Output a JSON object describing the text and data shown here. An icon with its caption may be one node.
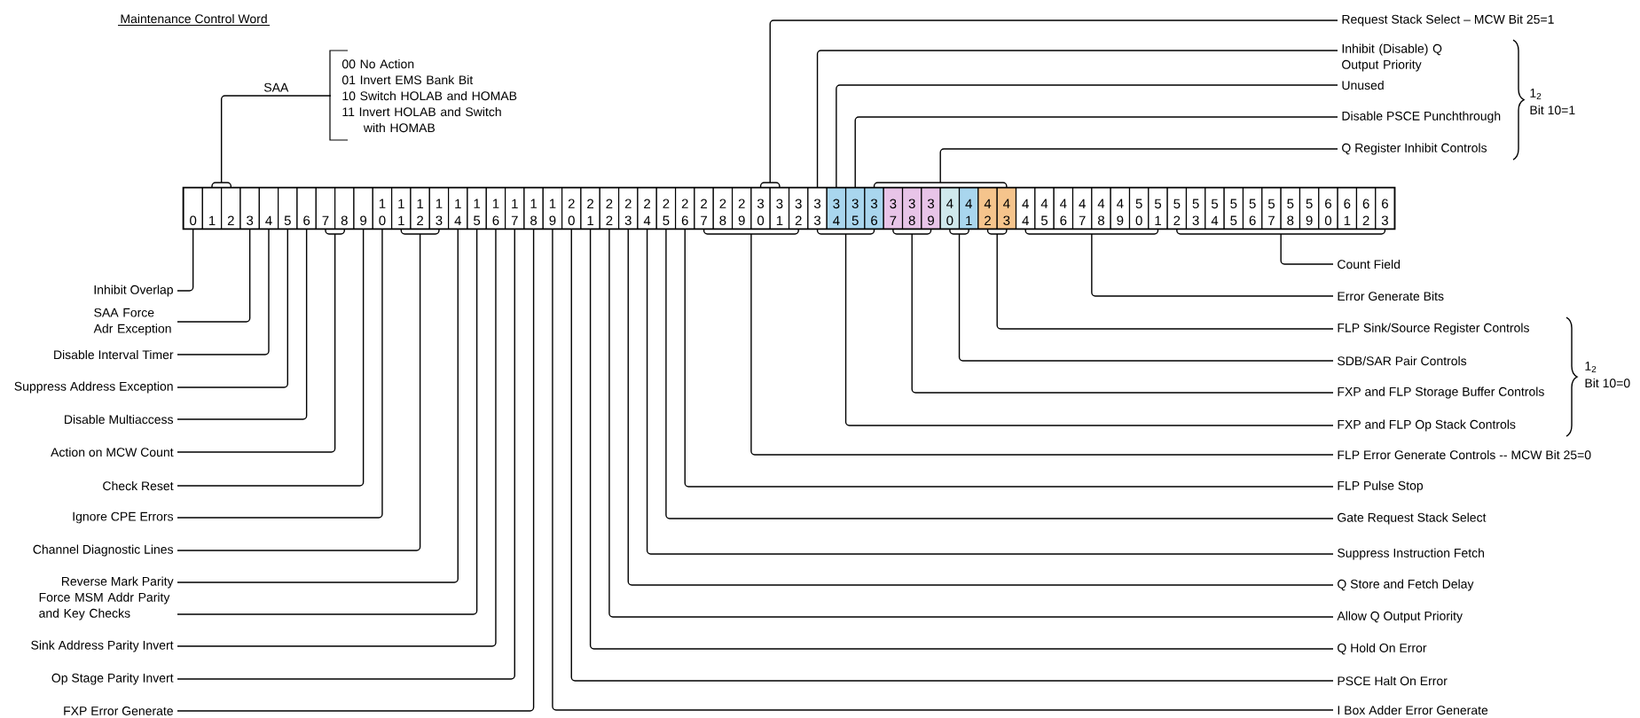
{
  "diagram": {
    "title": "Maintenance Control Word",
    "nodes": [
      {
        "text": [
          "0"
        ]
      },
      {
        "text": [
          "1"
        ]
      },
      {
        "text": [
          "2"
        ]
      },
      {
        "text": [
          "3"
        ]
      },
      {
        "text": [
          "4"
        ]
      },
      {
        "text": [
          "5"
        ]
      },
      {
        "text": [
          "6"
        ]
      },
      {
        "text": [
          "7"
        ]
      },
      {
        "text": [
          "8"
        ]
      },
      {
        "text": [
          "9"
        ]
      },
      {
        "text": [
          "1 0"
        ]
      },
      {
        "text": [
          "1 1"
        ]
      },
      {
        "text": [
          "1 2"
        ]
      },
      {
        "text": [
          "1 3"
        ]
      },
      {
        "text": [
          "1 4"
        ]
      },
      {
        "text": [
          "1 5"
        ]
      },
      {
        "text": [
          "1 6"
        ]
      },
      {
        "text": [
          "1 7"
        ]
      },
      {
        "text": [
          "1 8"
        ]
      },
      {
        "text": [
          "1 9"
        ]
      },
      {
        "text": [
          "2 0"
        ]
      },
      {
        "text": [
          "2 1"
        ]
      },
      {
        "text": [
          "2 2"
        ]
      },
      {
        "text": [
          "2 3"
        ]
      },
      {
        "text": [
          "2 4"
        ]
      },
      {
        "text": [
          "2 5"
        ]
      },
      {
        "text": [
          "2 6"
        ]
      },
      {
        "text": [
          "2 7"
        ]
      },
      {
        "text": [
          "2 8"
        ]
      },
      {
        "text": [
          "2 9"
        ]
      },
      {
        "text": [
          "3 0"
        ]
      },
      {
        "text": [
          "3 1"
        ]
      },
      {
        "text": [
          "3 2"
        ]
      },
      {
        "text": [
          "3 3"
        ]
      },
      {
        "text": [
          "3 4"
        ]
      },
      {
        "text": [
          "3 5"
        ]
      },
      {
        "text": [
          "3 6"
        ]
      },
      {
        "text": [
          "3 7"
        ]
      },
      {
        "text": [
          "3 8"
        ]
      },
      {
        "text": [
          "3 9"
        ]
      },
      {
        "text": [
          "4 0"
        ]
      },
      {
        "text": [
          "4 1"
        ]
      },
      {
        "text": [
          "4 2"
        ]
      },
      {
        "text": [
          "4 3"
        ]
      },
      {
        "text": [
          "4 4"
        ]
      },
      {
        "text": [
          "4 5"
        ]
      },
      {
        "text": [
          "4 6"
        ]
      },
      {
        "text": [
          "4 7"
        ]
      },
      {
        "text": [
          "4 8"
        ]
      },
      {
        "text": [
          "4 9"
        ]
      },
      {
        "text": [
          "5 0"
        ]
      },
      {
        "text": [
          "5 1"
        ]
      },
      {
        "text": [
          "5 2"
        ]
      },
      {
        "text": [
          "5 3"
        ]
      },
      {
        "text": [
          "5 4"
        ]
      },
      {
        "text": [
          "5 5"
        ]
      },
      {
        "text": [
          "5 6"
        ]
      },
      {
        "text": [
          "5 7"
        ]
      },
      {
        "text": [
          "5 8"
        ]
      },
      {
        "text": [
          "5 9"
        ]
      },
      {
        "text": [
          "6 0"
        ]
      },
      {
        "text": [
          "6 1"
        ]
      },
      {
        "text": [
          "6 2"
        ]
      },
      {
        "text": [
          "6 3"
        ]
      },
      {
        "text": [
          "00 No Action",
          "01 Invert EMS Bank Bit",
          "10 Switch HOLAB and HOMAB",
          "11 Invert HOLAB and Switch with HOMAB"
        ]
      },
      {
        "text": [
          "Request Stack Select – MCW Bit 25=1"
        ]
      },
      {
        "text": [
          "Inhibit (Disable) Q Output Priority"
        ]
      },
      {
        "text": [
          "Unused"
        ]
      },
      {
        "text": [
          "Disable PSCE Punchthrough"
        ]
      },
      {
        "text": [
          "Q Register Inhibit Controls"
        ]
      },
      {
        "text": [
          "Count Field"
        ]
      },
      {
        "text": [
          "Error Generate Bits"
        ]
      },
      {
        "text": [
          "FLP Sink/Source Register Controls"
        ]
      },
      {
        "text": [
          "SDB/SAR Pair Controls"
        ]
      },
      {
        "text": [
          "FXP and FLP Storage Buffer Controls"
        ]
      },
      {
        "text": [
          "FXP and FLP Op Stack Controls"
        ]
      },
      {
        "text": [
          "FLP Error Generate Controls -- MCW Bit 25=0"
        ]
      },
      {
        "text": [
          "FLP Pulse Stop"
        ]
      },
      {
        "text": [
          "Gate Request Stack Select"
        ]
      },
      {
        "text": [
          "Suppress Instruction Fetch"
        ]
      },
      {
        "text": [
          "Q Store and Fetch Delay"
        ]
      },
      {
        "text": [
          "Allow Q Output Priority"
        ]
      },
      {
        "text": [
          "Q Hold On Error"
        ]
      },
      {
        "text": [
          "PSCE Halt On Error"
        ]
      },
      {
        "text": [
          "I Box Adder Error Generate"
        ]
      },
      {
        "text": [
          "Inhibit Overlap"
        ]
      },
      {
        "text": [
          "SAA Force Adr Exception"
        ]
      },
      {
        "text": [
          "Disable Interval Timer"
        ]
      },
      {
        "text": [
          "Suppress Address Exception"
        ]
      },
      {
        "text": [
          "Disable Multiaccess"
        ]
      },
      {
        "text": [
          "Action on MCW Count"
        ]
      },
      {
        "text": [
          "Check Reset"
        ]
      },
      {
        "text": [
          "Ignore CPE Errors"
        ]
      },
      {
        "text": [
          "Channel Diagnostic Lines"
        ]
      },
      {
        "text": [
          "Reverse Mark Parity"
        ]
      },
      {
        "text": [
          "Force MSM Addr Parity and Key Checks"
        ]
      },
      {
        "text": [
          "Sink Address Parity Invert"
        ]
      },
      {
        "text": [
          "Op Stage Parity Invert"
        ]
      },
      {
        "text": [
          "FXP Error Generate"
        ]
      }
    ],
    "edges": [
      {
        "from": 64,
        "to": 1,
        "arrow": "none",
        "label": "SAA"
      },
      {
        "from": 64,
        "to": 2,
        "arrow": "none"
      },
      {
        "from": 65,
        "to": 30,
        "arrow": "none"
      },
      {
        "from": 65,
        "to": 31,
        "arrow": "none"
      },
      {
        "from": 66,
        "to": 33,
        "arrow": "none"
      },
      {
        "from": 67,
        "to": 34,
        "arrow": "none"
      },
      {
        "from": 68,
        "to": 35,
        "arrow": "none"
      },
      {
        "from": 69,
        "to": 36,
        "arrow": "none"
      },
      {
        "from": 69,
        "to": 37,
        "arrow": "none"
      },
      {
        "from": 69,
        "to": 38,
        "arrow": "none"
      },
      {
        "from": 69,
        "to": 39,
        "arrow": "none"
      },
      {
        "from": 69,
        "to": 40,
        "arrow": "none"
      },
      {
        "from": 69,
        "to": 41,
        "arrow": "none"
      },
      {
        "from": 69,
        "to": 42,
        "arrow": "none"
      },
      {
        "from": 69,
        "to": 43,
        "arrow": "none"
      },
      {
        "from": 70,
        "to": 52,
        "arrow": "none"
      },
      {
        "from": 70,
        "to": 53,
        "arrow": "none"
      },
      {
        "from": 70,
        "to": 54,
        "arrow": "none"
      },
      {
        "from": 70,
        "to": 55,
        "arrow": "none"
      },
      {
        "from": 70,
        "to": 56,
        "arrow": "none"
      },
      {
        "from": 70,
        "to": 57,
        "arrow": "none"
      },
      {
        "from": 70,
        "to": 58,
        "arrow": "none"
      },
      {
        "from": 70,
        "to": 59,
        "arrow": "none"
      },
      {
        "from": 70,
        "to": 60,
        "arrow": "none"
      },
      {
        "from": 70,
        "to": 61,
        "arrow": "none"
      },
      {
        "from": 70,
        "to": 62,
        "arrow": "none"
      },
      {
        "from": 70,
        "to": 63,
        "arrow": "none"
      },
      {
        "from": 71,
        "to": 44,
        "arrow": "none"
      },
      {
        "from": 71,
        "to": 45,
        "arrow": "none"
      },
      {
        "from": 71,
        "to": 46,
        "arrow": "none"
      },
      {
        "from": 71,
        "to": 47,
        "arrow": "none"
      },
      {
        "from": 71,
        "to": 48,
        "arrow": "none"
      },
      {
        "from": 71,
        "to": 49,
        "arrow": "none"
      },
      {
        "from": 71,
        "to": 50,
        "arrow": "none"
      },
      {
        "from": 71,
        "to": 51,
        "arrow": "none"
      },
      {
        "from": 72,
        "to": 42,
        "arrow": "none"
      },
      {
        "from": 72,
        "to": 43,
        "arrow": "none"
      },
      {
        "from": 73,
        "to": 40,
        "arrow": "none"
      },
      {
        "from": 73,
        "to": 41,
        "arrow": "none"
      },
      {
        "from": 74,
        "to": 37,
        "arrow": "none"
      },
      {
        "from": 74,
        "to": 38,
        "arrow": "none"
      },
      {
        "from": 74,
        "to": 39,
        "arrow": "none"
      },
      {
        "from": 75,
        "to": 33,
        "arrow": "none"
      },
      {
        "from": 75,
        "to": 34,
        "arrow": "none"
      },
      {
        "from": 75,
        "to": 35,
        "arrow": "none"
      },
      {
        "from": 75,
        "to": 36,
        "arrow": "none"
      },
      {
        "from": 76,
        "to": 27,
        "arrow": "none"
      },
      {
        "from": 76,
        "to": 28,
        "arrow": "none"
      },
      {
        "from": 76,
        "to": 29,
        "arrow": "none"
      },
      {
        "from": 76,
        "to": 30,
        "arrow": "none"
      },
      {
        "from": 76,
        "to": 31,
        "arrow": "none"
      },
      {
        "from": 76,
        "to": 32,
        "arrow": "none"
      },
      {
        "from": 77,
        "to": 26,
        "arrow": "none"
      },
      {
        "from": 78,
        "to": 25,
        "arrow": "none"
      },
      {
        "from": 79,
        "to": 24,
        "arrow": "none"
      },
      {
        "from": 80,
        "to": 23,
        "arrow": "none"
      },
      {
        "from": 81,
        "to": 22,
        "arrow": "none"
      },
      {
        "from": 82,
        "to": 21,
        "arrow": "none"
      },
      {
        "from": 83,
        "to": 20,
        "arrow": "none"
      },
      {
        "from": 84,
        "to": 19,
        "arrow": "none"
      },
      {
        "from": 85,
        "to": 0,
        "arrow": "none"
      },
      {
        "from": 86,
        "to": 3,
        "arrow": "none"
      },
      {
        "from": 87,
        "to": 4,
        "arrow": "none"
      },
      {
        "from": 88,
        "to": 5,
        "arrow": "none"
      },
      {
        "from": 89,
        "to": 6,
        "arrow": "none"
      },
      {
        "from": 90,
        "to": 7,
        "arrow": "none"
      },
      {
        "from": 90,
        "to": 8,
        "arrow": "none"
      },
      {
        "from": 91,
        "to": 9,
        "arrow": "none"
      },
      {
        "from": 92,
        "to": 10,
        "arrow": "none"
      },
      {
        "from": 93,
        "to": 11,
        "arrow": "none"
      },
      {
        "from": 93,
        "to": 12,
        "arrow": "none"
      },
      {
        "from": 93,
        "to": 13,
        "arrow": "none"
      },
      {
        "from": 94,
        "to": 14,
        "arrow": "none"
      },
      {
        "from": 95,
        "to": 15,
        "arrow": "none"
      },
      {
        "from": 96,
        "to": 16,
        "arrow": "none"
      },
      {
        "from": 97,
        "to": 17,
        "arrow": "none"
      },
      {
        "from": 98,
        "to": 18,
        "arrow": "none"
      }
    ],
    "labels": [
      "1$_{2}$",
      "Bit 10=1",
      "1$_{2}$",
      "Bit 10=0"
    ]
  }
}
